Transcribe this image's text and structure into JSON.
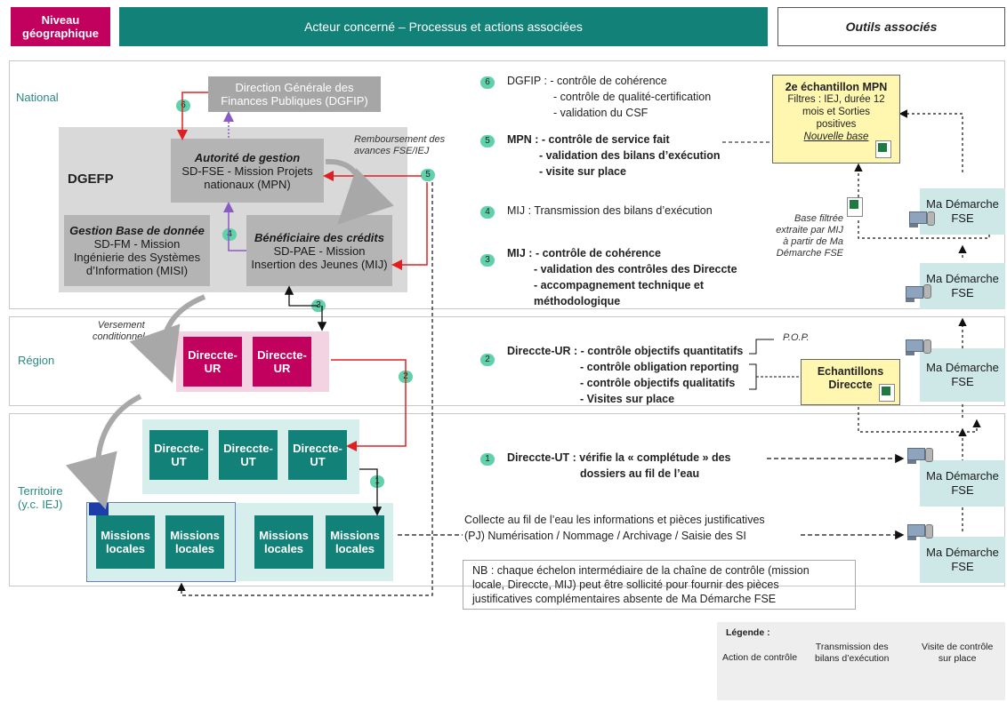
{
  "header": {
    "niveau": "Niveau\ngéographique",
    "acteur": "Acteur concerné – Processus et actions associées",
    "outils": "Outils associés"
  },
  "levels": {
    "national": "National",
    "region": "Région",
    "territoire": "Territoire\n(y.c. IEJ)"
  },
  "boxes": {
    "dgfip": "Direction Générale des\nFinances Publiques (DGFIP)",
    "dgefp": "DGEFP",
    "ag_title": "Autorité de gestion",
    "ag_sub": "SD-FSE - Mission Projets\nnationaux (MPN)",
    "gbd_title": "Gestion Base de donnée",
    "gbd_sub": "SD-FM - Mission\nIngénierie des Systèmes\nd’Information (MISI)",
    "benef_title": "Bénéficiaire des crédits",
    "benef_sub": "SD-PAE - Mission\nInsertion des Jeunes (MIJ)",
    "direccte_ur": "Direccte-\nUR",
    "direccte_ut": "Direccte-\nUT",
    "missions": "Missions\nlocales"
  },
  "annotations": {
    "remboursement": "Remboursement des\navances FSE/IEJ",
    "versement": "Versement\nconditionnel",
    "base_filtree": "Base filtrée\nextraite par MIJ\nà partir de Ma\nDémarche FSE",
    "pop": "P.O.P."
  },
  "steps": {
    "s6": {
      "num": "6",
      "lines": [
        "DGFIP :  - contrôle de cohérence",
        "- contrôle de qualité-certification",
        "- validation du CSF"
      ]
    },
    "s5": {
      "num": "5",
      "lines": [
        "MPN : - contrôle de service fait",
        "- validation des bilans d’exécution",
        "- visite sur place"
      ]
    },
    "s4": {
      "num": "4",
      "lines": [
        "MIJ : Transmission des bilans d’exécution"
      ]
    },
    "s3": {
      "num": "3",
      "lines": [
        "MIJ : - contrôle de cohérence",
        "- validation des contrôles des Direccte",
        "- accompagnement technique et",
        "méthodologique"
      ]
    },
    "s2": {
      "num": "2",
      "lines": [
        "Direccte-UR : - contrôle objectifs quantitatifs",
        "- contrôle obligation reporting",
        "- contrôle objectifs qualitatifs",
        "- Visites sur place"
      ]
    },
    "s1": {
      "num": "1",
      "lines": [
        "Direccte-UT : vérifie la « complétude » des",
        "dossiers au fil de l’eau"
      ]
    }
  },
  "collecte": "Collecte au fil de l’eau les informations et pièces justificatives\n(PJ) Numérisation / Nommage / Archivage / Saisie des SI",
  "nb": "NB : chaque échelon intermédiaire de la chaîne de contrôle (mission\nlocale, Direccte, MIJ) peut être sollicité pour fournir des pièces\njustificatives complémentaires absente de Ma Démarche FSE",
  "tools": {
    "echantillon_title": "2e échantillon MPN",
    "echantillon_body": "Filtres : IEJ, durée 12\nmois et Sorties\npositives",
    "echantillon_link": "Nouvelle base",
    "echantillons_direccte": "Echantillons\nDireccte",
    "ma_demarche": "Ma Démarche\nFSE"
  },
  "legend": {
    "title": "Légende :",
    "action": "Action de contrôle",
    "transmission": "Transmission des\nbilans d’exécution",
    "visite": "Visite de contrôle\nsur place"
  },
  "colors": {
    "pink": "#c2005e",
    "teal": "#128278",
    "red_arrow": "#e02020",
    "purple_arrow": "#8a5bc4",
    "number_badge": "#62d0a8",
    "tool_box": "#cde8e6"
  }
}
